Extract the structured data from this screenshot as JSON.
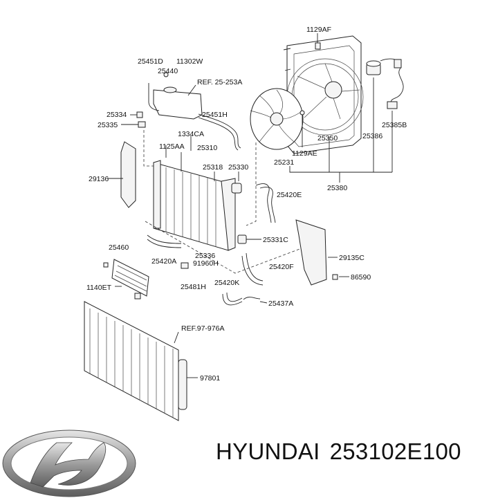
{
  "diagram": {
    "labels": {
      "l_1129AF": "1129AF",
      "l_25451D": "25451D",
      "l_11302W": "11302W",
      "l_25440": "25440",
      "l_ref25253A": "REF. 25-253A",
      "l_25334": "25334",
      "l_25451H": "25451H",
      "l_25335": "25335",
      "l_1334CA": "1334CA",
      "l_1125AA": "1125AA",
      "l_25310": "25310",
      "l_25318": "25318",
      "l_25330": "25330",
      "l_29136": "29136",
      "l_1129AE": "1129AE",
      "l_25350": "25350",
      "l_25386": "25386",
      "l_25385B": "25385B",
      "l_25231": "25231",
      "l_25380": "25380",
      "l_25420E": "25420E",
      "l_25460": "25460",
      "l_25331C": "25331C",
      "l_25420A": "25420A",
      "l_25336": "25336",
      "l_91960H": "91960H",
      "l_29135C": "29135C",
      "l_25420F": "25420F",
      "l_1140ET": "1140ET",
      "l_25481H": "25481H",
      "l_86590": "86590",
      "l_25420K": "25420K",
      "l_25437A": "25437A",
      "l_ref97976A": "REF.97-976A",
      "l_97801": "97801"
    }
  },
  "footer": {
    "brand": "HYUNDAI",
    "part_number": "253102E100",
    "logo_icon": "hyundai-logo-icon"
  }
}
